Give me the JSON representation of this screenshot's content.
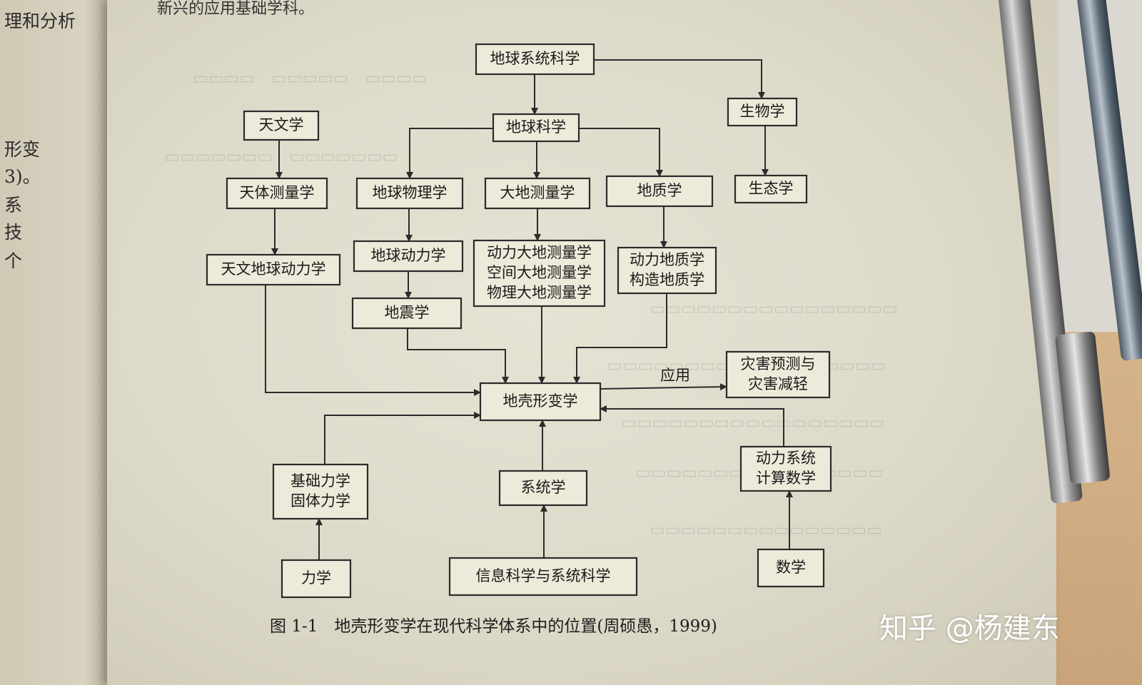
{
  "left_page_lines": [
    "理和分析",
    "形变",
    "3)。",
    "系",
    "技",
    "个"
  ],
  "top_text": "新兴的应用基础学科。",
  "diagram": {
    "nodes": [
      {
        "id": "n_earth_sys",
        "label": [
          "地球系统科学"
        ]
      },
      {
        "id": "n_earth_sci",
        "label": [
          "地球科学"
        ]
      },
      {
        "id": "n_biology",
        "label": [
          "生物学"
        ]
      },
      {
        "id": "n_ecology",
        "label": [
          "生态学"
        ]
      },
      {
        "id": "n_astronomy",
        "label": [
          "天文学"
        ]
      },
      {
        "id": "n_celestial",
        "label": [
          "天体测量学"
        ]
      },
      {
        "id": "n_geophysics",
        "label": [
          "地球物理学"
        ]
      },
      {
        "id": "n_geodesy",
        "label": [
          "大地测量学"
        ]
      },
      {
        "id": "n_geology",
        "label": [
          "地质学"
        ]
      },
      {
        "id": "n_astro_geodyn",
        "label": [
          "天文地球动力学"
        ]
      },
      {
        "id": "n_geodynamics",
        "label": [
          "地球动力学"
        ]
      },
      {
        "id": "n_seismology",
        "label": [
          "地震学"
        ]
      },
      {
        "id": "n_dyn_geodesy",
        "label": [
          "动力大地测量学",
          "空间大地测量学",
          "物理大地测量学"
        ]
      },
      {
        "id": "n_dyn_geology",
        "label": [
          "动力地质学",
          "构造地质学"
        ]
      },
      {
        "id": "n_crustal",
        "label": [
          "地壳形变学"
        ]
      },
      {
        "id": "n_disaster",
        "label": [
          "灾害预测与",
          "灾害减轻"
        ]
      },
      {
        "id": "n_mechanics_basic",
        "label": [
          "基础力学",
          "固体力学"
        ]
      },
      {
        "id": "n_systems",
        "label": [
          "系统学"
        ]
      },
      {
        "id": "n_dyn_math",
        "label": [
          "动力系统",
          "计算数学"
        ]
      },
      {
        "id": "n_mechanics",
        "label": [
          "力学"
        ]
      },
      {
        "id": "n_info_sci",
        "label": [
          "信息科学与系统科学"
        ]
      },
      {
        "id": "n_math",
        "label": [
          "数学"
        ]
      }
    ],
    "application_label": "应用"
  },
  "caption": "图 1-1　地壳形变学在现代科学体系中的位置(周硕愚，1999)",
  "watermark": "知乎 @杨建东"
}
